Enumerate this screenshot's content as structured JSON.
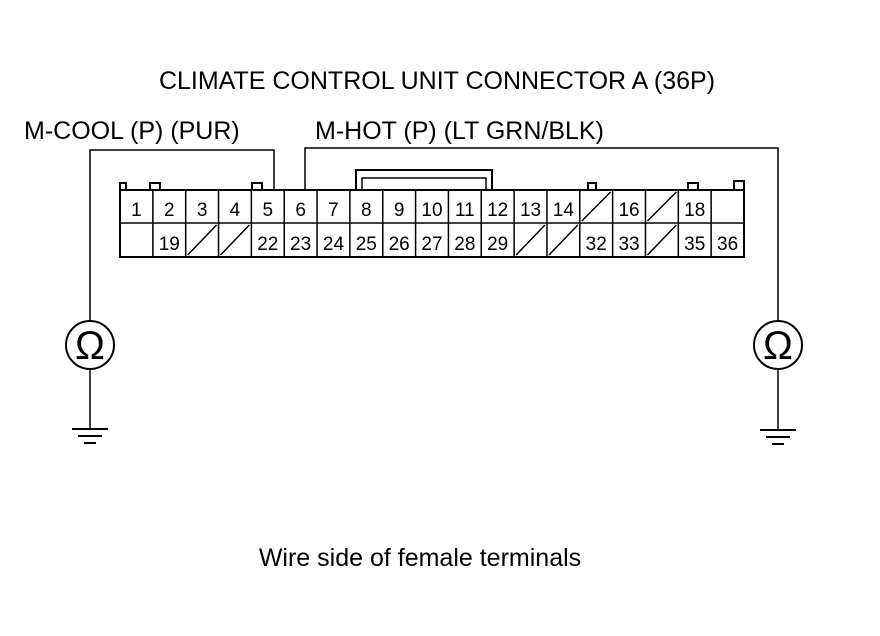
{
  "title": "CLIMATE CONTROL UNIT CONNECTOR A (36P)",
  "wire_labels": {
    "left": "M-COOL (P) (PUR)",
    "right": "M-HOT (P) (LT GRN/BLK)"
  },
  "caption": "Wire side of female terminals",
  "connector": {
    "top_row": [
      "1",
      "2",
      "3",
      "4",
      "5",
      "6",
      "7",
      "8",
      "9",
      "10",
      "11",
      "12",
      "13",
      "14",
      "",
      "16",
      "",
      "18",
      ""
    ],
    "bottom_row": [
      "",
      "19",
      "",
      "",
      "22",
      "23",
      "24",
      "25",
      "26",
      "27",
      "28",
      "29",
      "",
      "",
      "32",
      "33",
      "",
      "35",
      "36"
    ],
    "top_crossed": [
      14,
      16
    ],
    "bottom_crossed": [
      2,
      3,
      12,
      13,
      16
    ]
  },
  "meters": {
    "left_symbol": "Ω",
    "right_symbol": "Ω"
  },
  "icons": [
    "ohmmeter-icon",
    "ground-icon"
  ]
}
